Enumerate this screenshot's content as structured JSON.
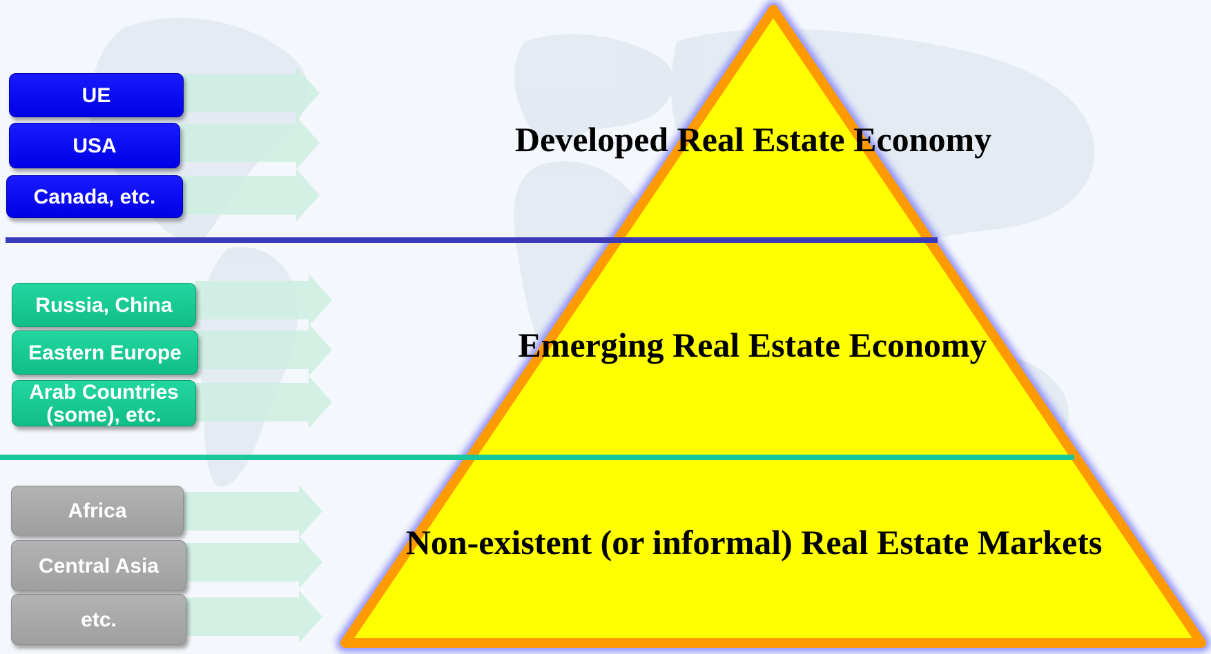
{
  "tiers": [
    {
      "label": "Developed Real Estate Economy",
      "accent": "#0000ff",
      "divider_color": "#3a3ab8",
      "items": [
        {
          "label": "UE"
        },
        {
          "label": "USA"
        },
        {
          "label": "Canada, etc."
        }
      ]
    },
    {
      "label": "Emerging Real Estate Economy",
      "accent": "#14c892",
      "divider_color": "#18c89a",
      "items": [
        {
          "label": "Russia, China"
        },
        {
          "label": "Eastern Europe"
        },
        {
          "label": "Arab Countries\n(some), etc."
        }
      ]
    },
    {
      "label": "Non-existent (or informal) Real Estate Markets",
      "accent": "#a8a8a8",
      "items": [
        {
          "label": "Africa"
        },
        {
          "label": "Central Asia"
        },
        {
          "label": "etc."
        }
      ]
    }
  ],
  "pyramid": {
    "fill": "#ffff00",
    "border": "#ff9a00",
    "glow": "#7a7aff"
  }
}
